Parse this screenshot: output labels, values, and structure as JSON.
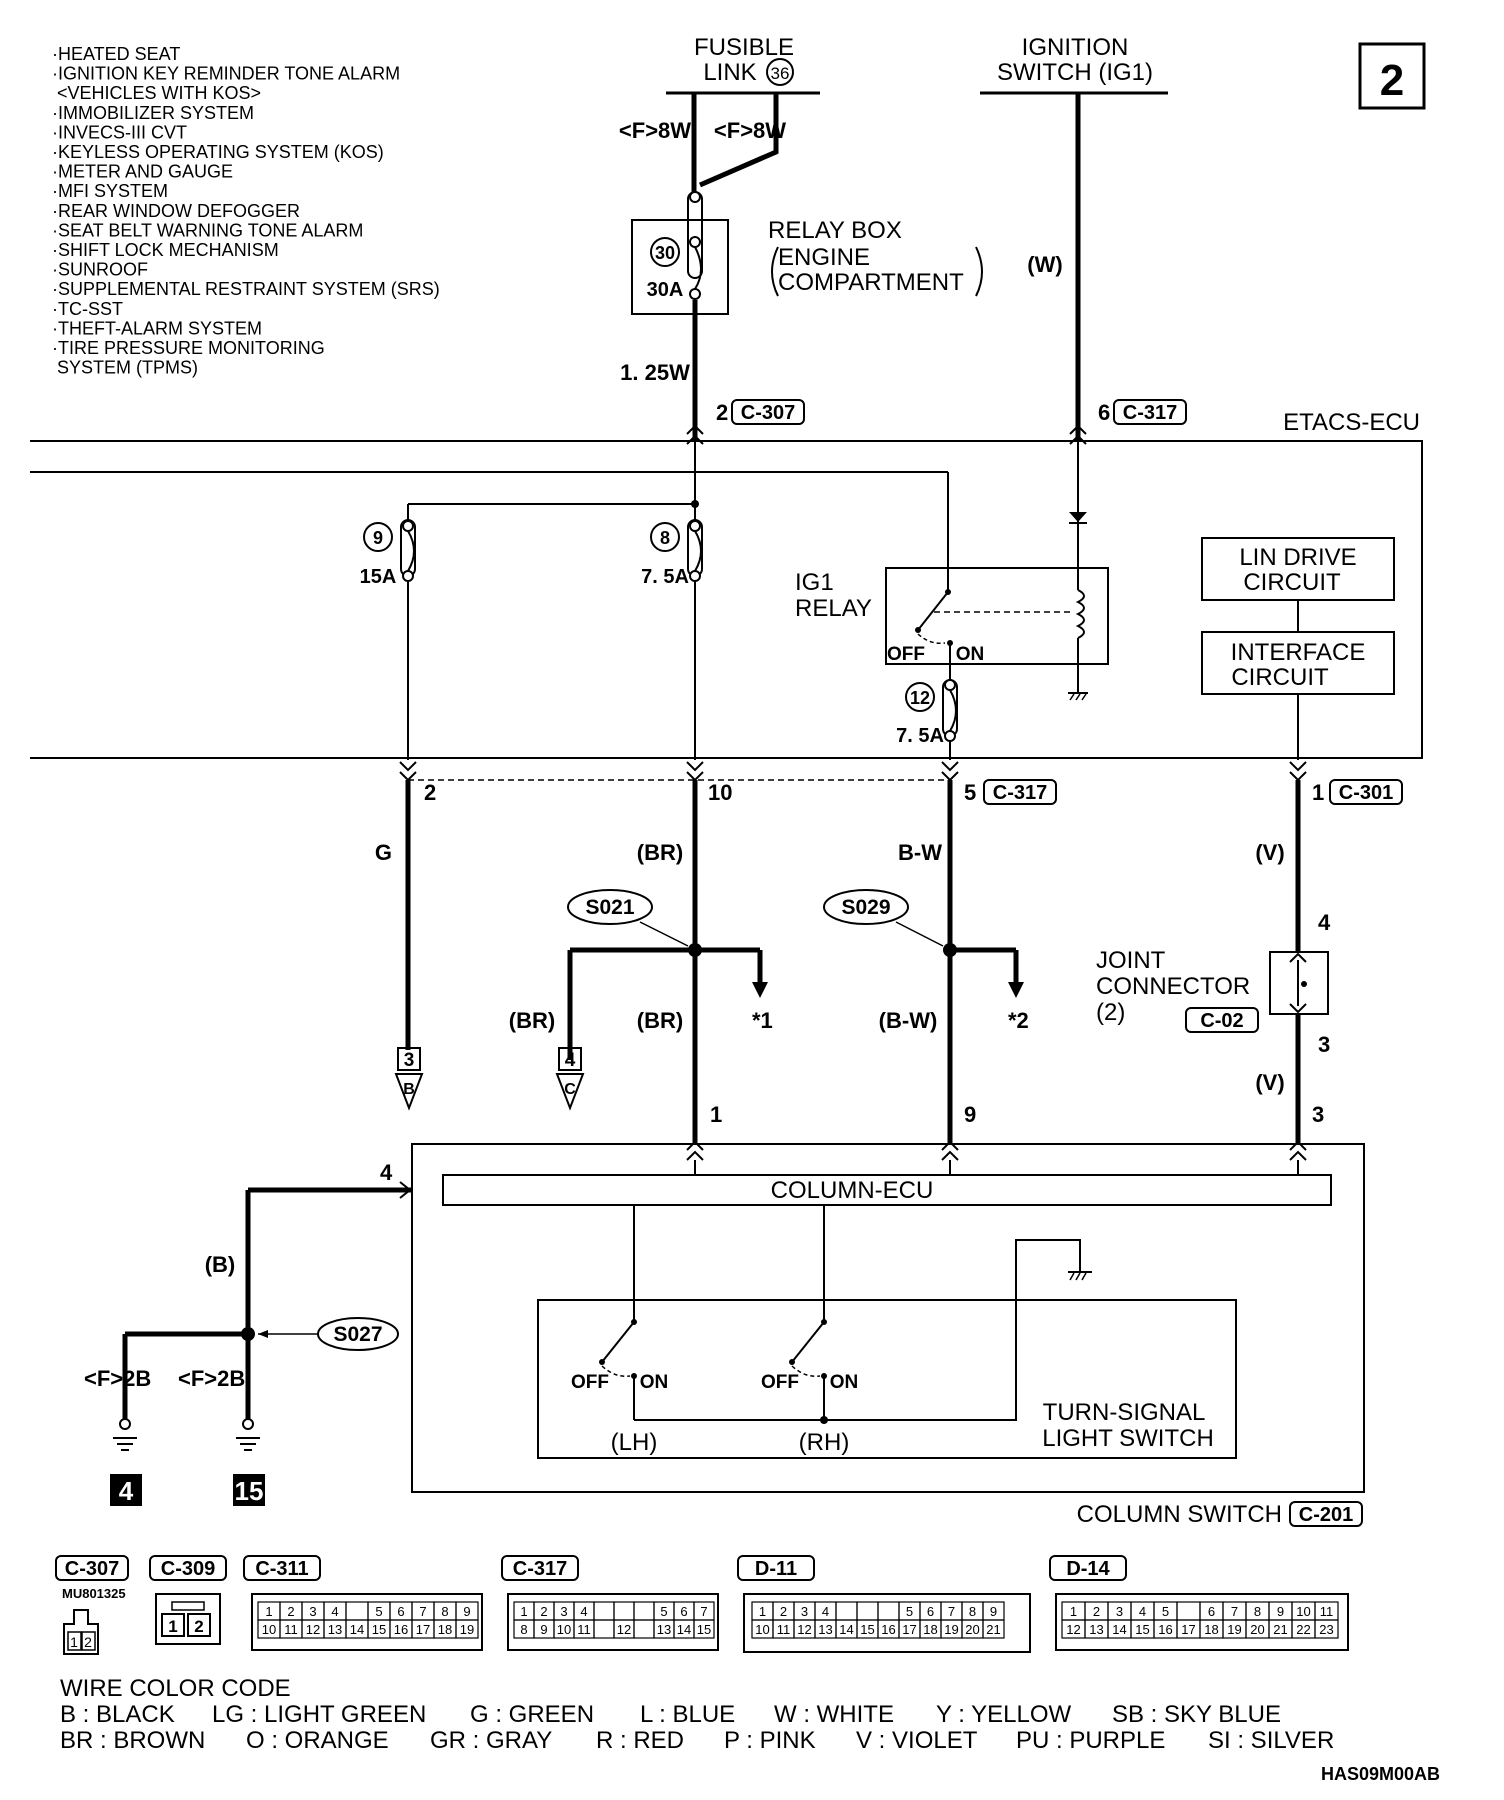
{
  "page_number": "2",
  "system_list": [
    "·HEATED SEAT",
    "·IGNITION KEY REMINDER TONE ALARM",
    " <VEHICLES WITH KOS>",
    "·IMMOBILIZER SYSTEM",
    "·INVECS-III CVT",
    "·KEYLESS OPERATING SYSTEM (KOS)",
    "·METER AND GAUGE",
    "·MFI SYSTEM",
    "·REAR WINDOW DEFOGGER",
    "·SEAT BELT WARNING TONE ALARM",
    "·SHIFT LOCK MECHANISM",
    "·SUNROOF",
    "·SUPPLEMENTAL RESTRAINT SYSTEM (SRS)",
    "·TC-SST",
    "·THEFT-ALARM SYSTEM",
    "·TIRE PRESSURE MONITORING",
    " SYSTEM (TPMS)"
  ],
  "fusible_link": {
    "line1": "FUSIBLE",
    "line2": "LINK",
    "number": "36"
  },
  "ignition_switch": {
    "line1": "IGNITION",
    "line2": "SWITCH (IG1)"
  },
  "fuse_wires": {
    "left": "<F>8W",
    "right": "<F>8W"
  },
  "relay_box": {
    "line1": "RELAY BOX",
    "line2": "ENGINE",
    "line3": "COMPARTMENT",
    "fuse_no": "30",
    "fuse_rating": "30A"
  },
  "wire_ig_top": "(W)",
  "wire_125w": "1. 25W",
  "pin_2": "2",
  "conn_c307": "C-307",
  "pin_6": "6",
  "conn_c317": "C-317",
  "etacs_ecu": "ETACS-ECU",
  "fuse_9": {
    "no": "9",
    "rating": "15A"
  },
  "fuse_8": {
    "no": "8",
    "rating": "7. 5A"
  },
  "fuse_12": {
    "no": "12",
    "rating": "7. 5A"
  },
  "ig1_relay": {
    "line1": "IG1",
    "line2": "RELAY",
    "off": "OFF",
    "on": "ON"
  },
  "lin_drive": {
    "line1": "LIN DRIVE",
    "line2": "CIRCUIT"
  },
  "interface": {
    "line1": "INTERFACE",
    "line2": "CIRCUIT"
  },
  "out_pins": {
    "p2": "2",
    "p10": "10",
    "p5": "5",
    "c317": "C-317",
    "p1": "1",
    "c301": "C-301"
  },
  "wire_colors": {
    "g": "G",
    "br": "(BR)",
    "bw": "B-W",
    "v": "(V)",
    "br2": "(BR)",
    "br3": "(BR)",
    "bw2": "(B-W)",
    "v2": "(V)",
    "b": "(B)"
  },
  "splices": {
    "s021": "S021",
    "s029": "S029",
    "s027": "S027"
  },
  "star1": "*1",
  "star2": "*2",
  "joint_connector": {
    "line1": "JOINT",
    "line2": "CONNECTOR",
    "line3": "(2)",
    "conn": "C-02",
    "pin4": "4",
    "pin3": "3"
  },
  "offpage": {
    "b_num": "3",
    "b_letter": "B",
    "c_num": "4",
    "c_letter": "C"
  },
  "col_pins": {
    "p1": "1",
    "p9": "9",
    "p3": "3",
    "p4": "4"
  },
  "column_ecu": "COLUMN-ECU",
  "turn_switch": {
    "line1": "TURN-SIGNAL",
    "line2": "LIGHT SWITCH",
    "lh": "(LH)",
    "rh": "(RH)",
    "off": "OFF",
    "on": "ON"
  },
  "column_switch": "COLUMN SWITCH",
  "conn_c201": "C-201",
  "ground": {
    "w1": "<F>2B",
    "w2": "<F>2B",
    "g1": "4",
    "g2": "15"
  },
  "connectors": {
    "c307": "C-307",
    "c307_part": "MU801325",
    "c309": "C-309",
    "c311": "C-311",
    "c317": "C-317",
    "d11": "D-11",
    "d14": "D-14"
  },
  "wire_color_code": {
    "title": "WIRE COLOR CODE",
    "row1": [
      "B : BLACK",
      "LG : LIGHT GREEN",
      "G : GREEN",
      "L : BLUE",
      "W : WHITE",
      "Y : YELLOW",
      "SB : SKY BLUE"
    ],
    "row2": [
      "BR : BROWN",
      "O : ORANGE",
      "GR : GRAY",
      "R : RED",
      "P : PINK",
      "V : VIOLET",
      "PU : PURPLE",
      "SI : SILVER"
    ]
  },
  "figure_code": "HAS09M00AB"
}
